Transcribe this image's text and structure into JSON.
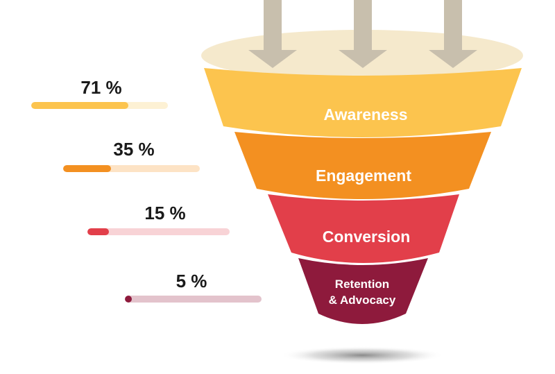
{
  "funnel": {
    "stages": [
      {
        "label": "Awareness",
        "label_line2": "",
        "color": "#FCC44E",
        "track_color": "#FDF1D4",
        "percent_text": "71 %",
        "percent": 71
      },
      {
        "label": "Engagement",
        "label_line2": "",
        "color": "#F39021",
        "track_color": "#FDE3C5",
        "percent_text": "35 %",
        "percent": 35
      },
      {
        "label": "Conversion",
        "label_line2": "",
        "color": "#E23F4A",
        "track_color": "#F8D3D6",
        "percent_text": "15 %",
        "percent": 15
      },
      {
        "label": "Retention",
        "label_line2": "& Advocacy",
        "color": "#8E1A3C",
        "track_color": "#E3C3CC",
        "percent_text": "5 %",
        "percent": 5
      }
    ],
    "funnel_top_color": "#F5E9CC",
    "arrow_color": "#C8BFAD",
    "shadow_color": "#9a9a9a"
  }
}
